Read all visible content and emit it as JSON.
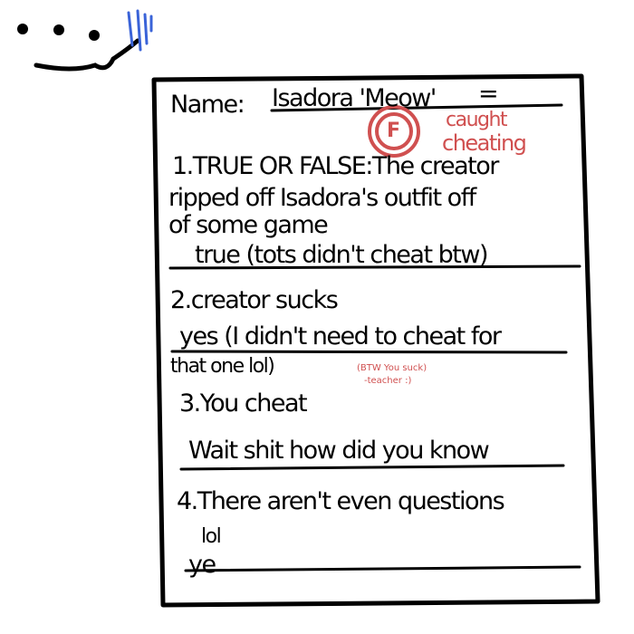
{
  "colors": {
    "ink": "#000000",
    "grade_red": "#d05050",
    "blue_marks": "#3a63d8"
  },
  "sheet": {
    "name_label": "Name:",
    "name_value": "Isadora 'Meow'",
    "name_suffix": "=",
    "grade": "F",
    "grade_note": [
      "caught",
      "cheating"
    ],
    "q1": [
      "1.TRUE OR FALSE:The creator",
      "ripped off Isadora's outfit off",
      "of some game"
    ],
    "a1": "true (tots didn't cheat btw)",
    "q2": "2.creator sucks",
    "a2": [
      "yes (I didn't need to cheat for",
      "that one lol)"
    ],
    "teacher_note": [
      "(BTW You suck)",
      "-teacher :)"
    ],
    "q3": "3.You cheat",
    "a3": "Wait shit how did you know",
    "q4": [
      "4.There aren't even questions",
      "lol"
    ],
    "a4": "ye"
  }
}
